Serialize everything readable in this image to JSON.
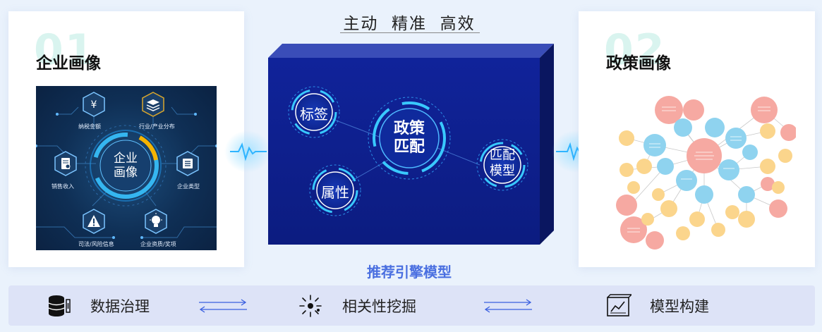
{
  "headline": "主动  精准  高效",
  "left_card": {
    "number": "01",
    "title": "企业画像",
    "center_label": "企业\n画像",
    "center_line1": "企业",
    "center_line2": "画像",
    "nodes": [
      {
        "icon": "yen-icon",
        "label": "纳税金额"
      },
      {
        "icon": "layers-icon",
        "label": "行业/产业分布"
      },
      {
        "icon": "list-icon",
        "label": "企业类型"
      },
      {
        "icon": "bulb-icon",
        "label": "企业资质/奖项"
      },
      {
        "icon": "warning-icon",
        "label": "司法/风险信息"
      },
      {
        "icon": "document-icon",
        "label": "销售收入"
      }
    ]
  },
  "right_card": {
    "number": "02",
    "title": "政策画像"
  },
  "engine": {
    "center_line1": "政策",
    "center_line2": "匹配",
    "tag_label": "标签",
    "attr_label": "属性",
    "model_line1": "匹配",
    "model_line2": "模型"
  },
  "engine_label": "推荐引擎模型",
  "bottom": {
    "items": [
      {
        "icon": "database-icon",
        "label": "数据治理"
      },
      {
        "icon": "sparkle-icon",
        "label": "相关性挖掘"
      },
      {
        "icon": "chart-window-icon",
        "label": "模型构建"
      }
    ]
  },
  "colors": {
    "engine_front": "#0d1f8f",
    "engine_top": "#3447b3",
    "accent_cyan": "#29c7ff",
    "engine_label": "#4a6fe0",
    "bottom_bg": "#dde3f7",
    "arrow": "#3a5fe0"
  }
}
